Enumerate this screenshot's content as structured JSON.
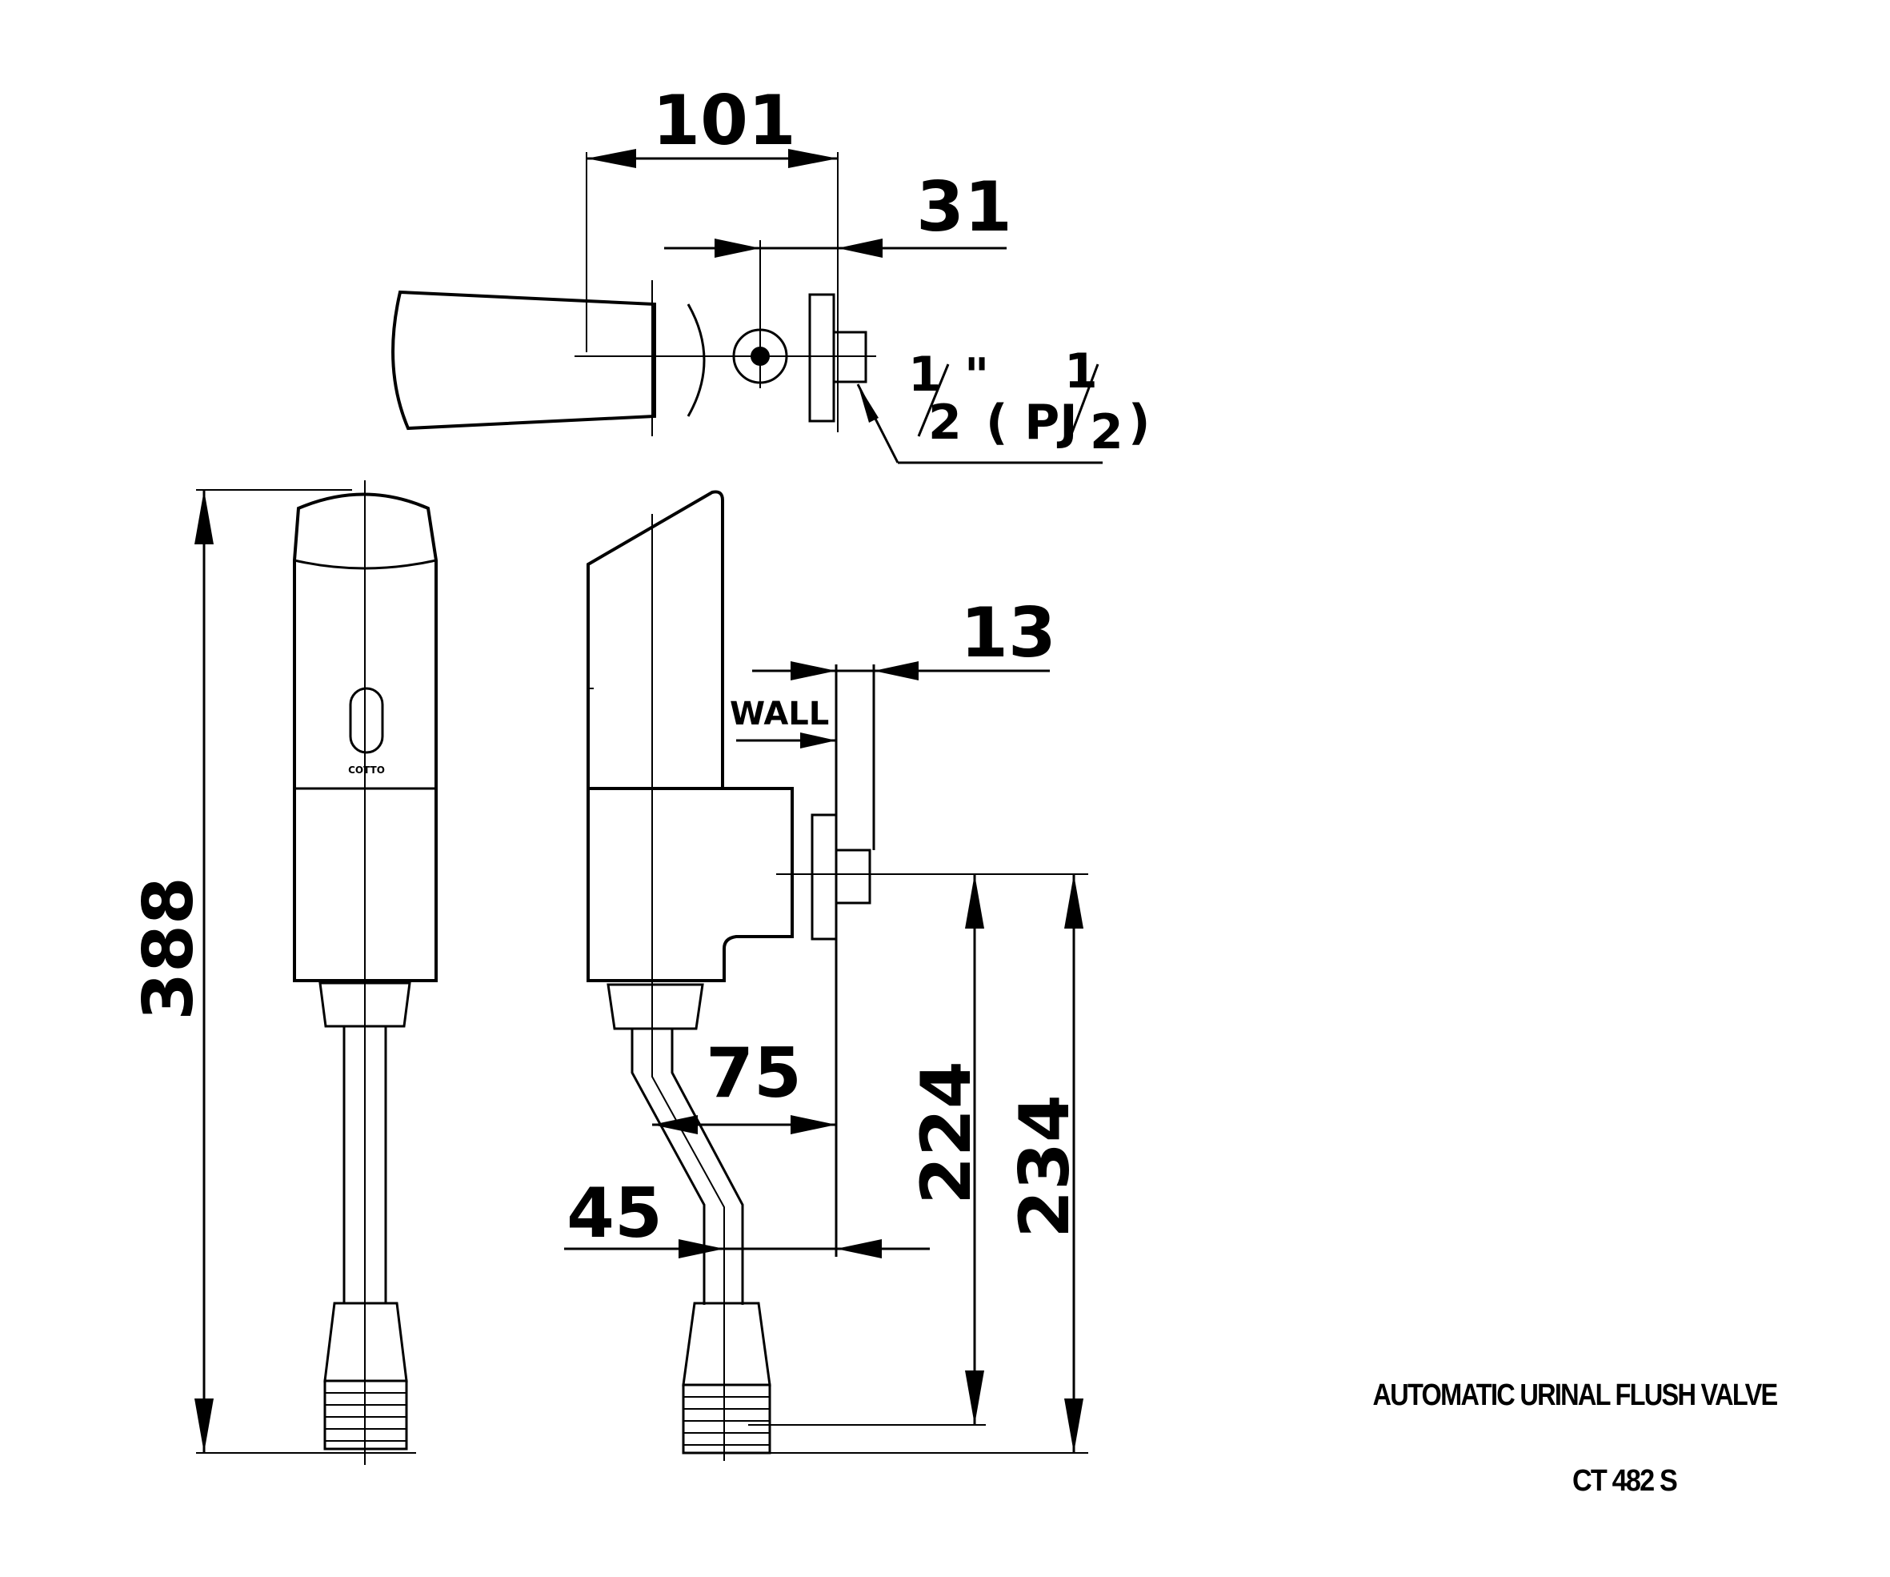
{
  "dimensions": {
    "top_width": "101",
    "top_offset": "31",
    "connection_a": "1",
    "connection_b": "2",
    "connection_quote": "\"",
    "connection_pj_open": "( PJ",
    "connection_c": "1",
    "connection_d": "2",
    "connection_close": ")",
    "total_height": "388",
    "wall_gap": "13",
    "wall_label": "WALL",
    "projection": "75",
    "pipe_offset": "45",
    "inlet_height": "224",
    "outlet_height": "234"
  },
  "product": {
    "name": "AUTOMATIC URINAL FLUSH VALVE",
    "model": "CT 482 S",
    "brand_mark": "COTTO"
  }
}
